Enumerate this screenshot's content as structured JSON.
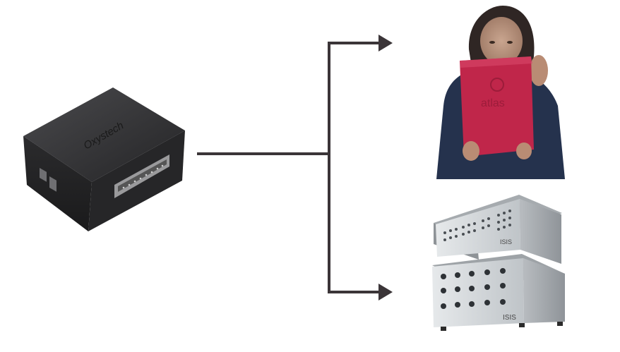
{
  "devices": {
    "source_box": {
      "brand_text": "Oxystech"
    },
    "tablet": {
      "brand_text": "atlas"
    },
    "rack": {
      "brand_text": "ISIS"
    }
  },
  "colors": {
    "connector": "#3b3538",
    "box_body": "#2f2f31",
    "tablet_cover": "#c0264a",
    "rack_panel": "#cfd3d6"
  }
}
